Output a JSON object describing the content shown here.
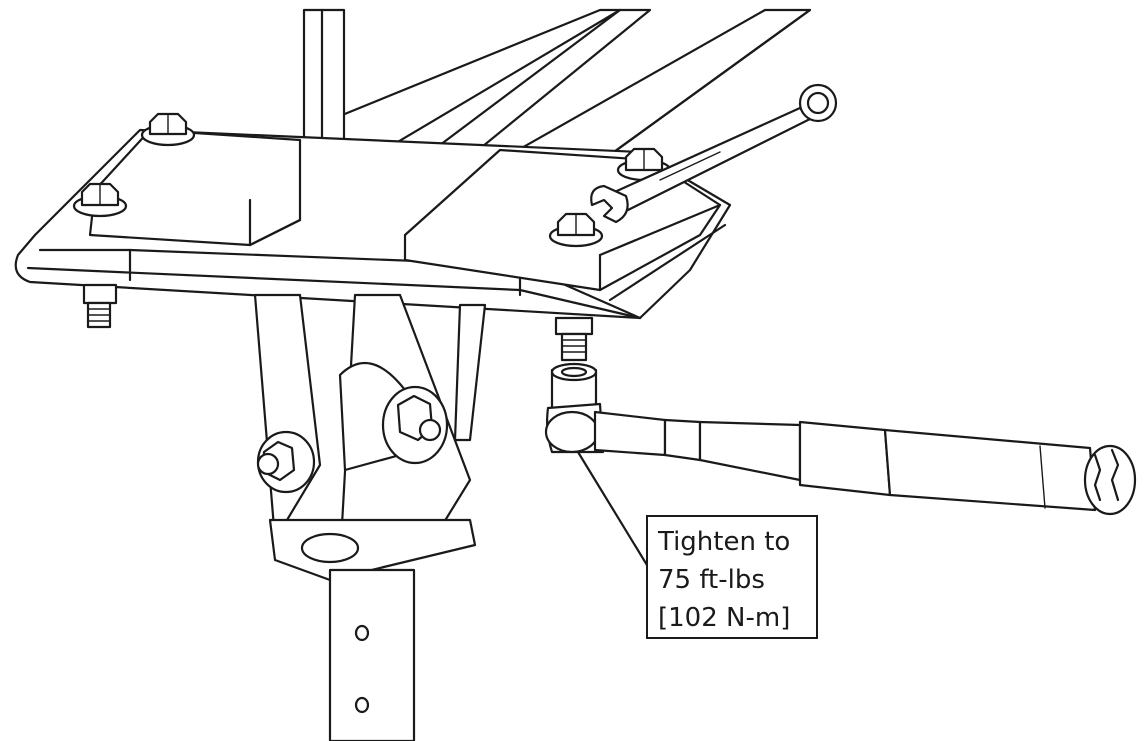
{
  "callout": {
    "line1": "Tighten to",
    "line2": "75 ft-lbs",
    "line3": "[102 N-m]"
  },
  "icons": [
    "u-bolt-plate-assembly",
    "combination-wrench",
    "torque-wrench",
    "socket",
    "mast-pipe"
  ],
  "colors": {
    "line": "#1a1a1a",
    "background": "#ffffff"
  }
}
